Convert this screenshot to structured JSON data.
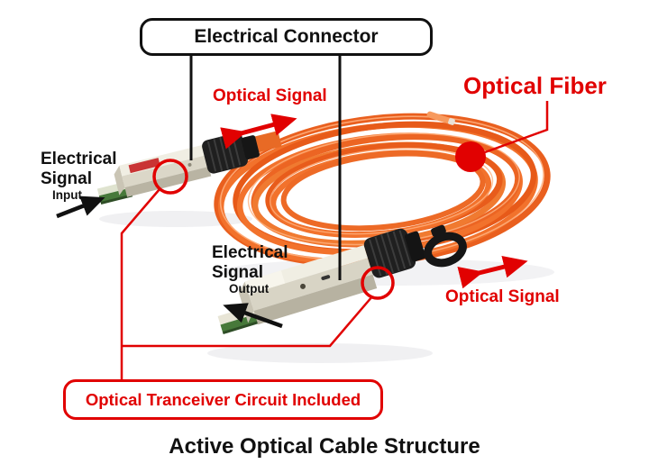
{
  "colors": {
    "annotation_red": "#e10101",
    "annotation_black": "#111111",
    "cable_orange": "#ee6523"
  },
  "boxes": {
    "electrical_connector": "Electrical Connector",
    "transceiver_note": "Optical Tranceiver Circuit Included"
  },
  "labels": {
    "optical_signal_top": "Optical Signal",
    "optical_signal_bottom": "Optical Signal",
    "optical_fiber": "Optical Fiber",
    "input_group": {
      "line1": "Electrical",
      "line2": "Signal",
      "sub": "Input"
    },
    "output_group": {
      "line1": "Electrical",
      "line2": "Signal",
      "sub": "Output"
    }
  },
  "title": "Active Optical Cable Structure"
}
